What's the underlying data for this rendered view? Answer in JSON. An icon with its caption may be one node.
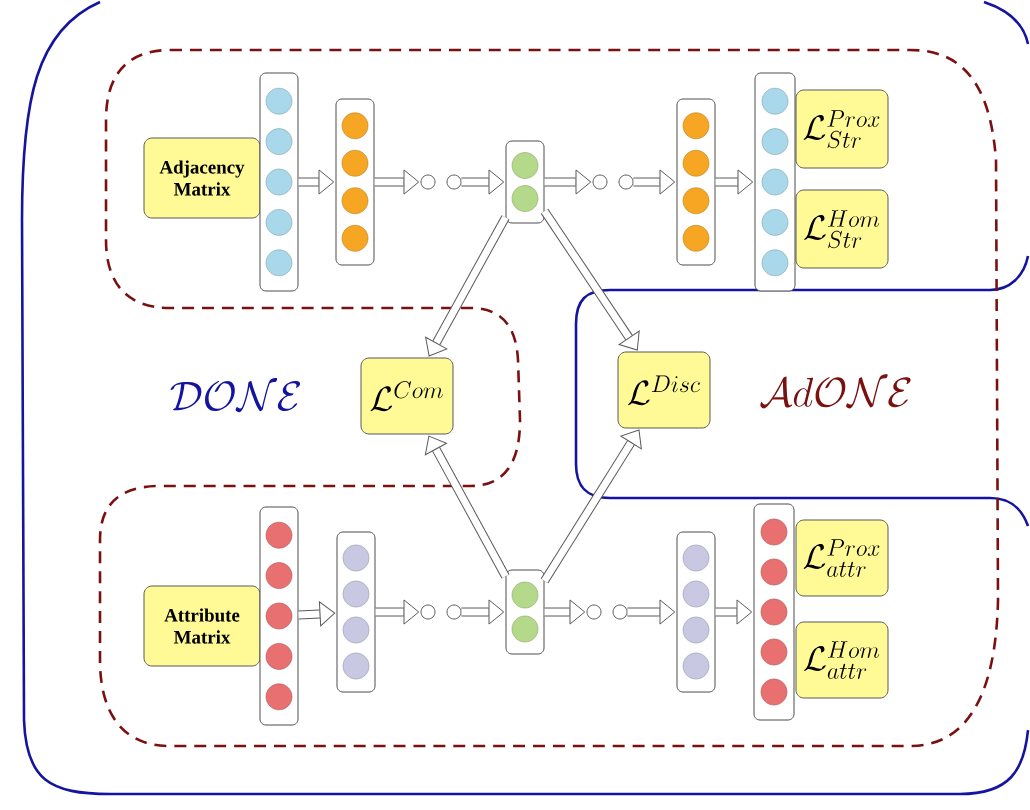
{
  "diagram": {
    "nodes": [
      {
        "text": [
          "Adjacency Matrix"
        ]
      },
      {
        "text": [],
        "shape": "bar"
      },
      {
        "text": [],
        "shape": "bar"
      },
      {
        "text": [],
        "shape": "circle"
      },
      {
        "text": [],
        "shape": "circle"
      },
      {
        "text": [],
        "shape": "bar"
      },
      {
        "text": [],
        "shape": "circle"
      },
      {
        "text": [],
        "shape": "circle"
      },
      {
        "text": [],
        "shape": "bar"
      },
      {
        "text": [],
        "shape": "bar"
      },
      {
        "text": [
          "\\mathcal{L}^{Prox}_{Str}"
        ]
      },
      {
        "text": [
          "\\mathcal{L}^{Hom}_{Str}"
        ]
      },
      {
        "text": [
          "\\mathcal{L}^{Com}"
        ]
      },
      {
        "text": [
          "\\mathcal{L}^{Disc}"
        ]
      },
      {
        "text": [
          "Attribute Matrix"
        ]
      },
      {
        "text": [],
        "shape": "bar"
      },
      {
        "text": [],
        "shape": "bar"
      },
      {
        "text": [],
        "shape": "circle"
      },
      {
        "text": [],
        "shape": "circle"
      },
      {
        "text": [],
        "shape": "bar"
      },
      {
        "text": [],
        "shape": "circle"
      },
      {
        "text": [],
        "shape": "circle"
      },
      {
        "text": [],
        "shape": "bar"
      },
      {
        "text": [],
        "shape": "bar"
      },
      {
        "text": [
          "\\mathcal{L}^{Prox}_{attr}"
        ]
      },
      {
        "text": [
          "\\mathcal{L}^{Hom}_{attr}"
        ]
      }
    ],
    "edges": [
      {
        "from": 1,
        "to": 2,
        "arrow": "to"
      },
      {
        "from": 2,
        "to": 3,
        "arrow": "to"
      },
      {
        "from": 4,
        "to": 5,
        "arrow": "to"
      },
      {
        "from": 5,
        "to": 6,
        "arrow": "to"
      },
      {
        "from": 7,
        "to": 8,
        "arrow": "to"
      },
      {
        "from": 8,
        "to": 9,
        "arrow": "to"
      },
      {
        "from": 5,
        "to": 12,
        "arrow": "to"
      },
      {
        "from": 5,
        "to": 13,
        "arrow": "to"
      },
      {
        "from": 15,
        "to": 16,
        "arrow": "to"
      },
      {
        "from": 16,
        "to": 17,
        "arrow": "to"
      },
      {
        "from": 18,
        "to": 19,
        "arrow": "to"
      },
      {
        "from": 19,
        "to": 20,
        "arrow": "to"
      },
      {
        "from": 21,
        "to": 22,
        "arrow": "to"
      },
      {
        "from": 22,
        "to": 23,
        "arrow": "to"
      },
      {
        "from": 19,
        "to": 12,
        "arrow": "to"
      },
      {
        "from": 19,
        "to": 13,
        "arrow": "to"
      }
    ],
    "labels": [
      "\\mathcal{DONE}",
      "\\mathcal{A}d\\mathcal{ONE}"
    ]
  }
}
